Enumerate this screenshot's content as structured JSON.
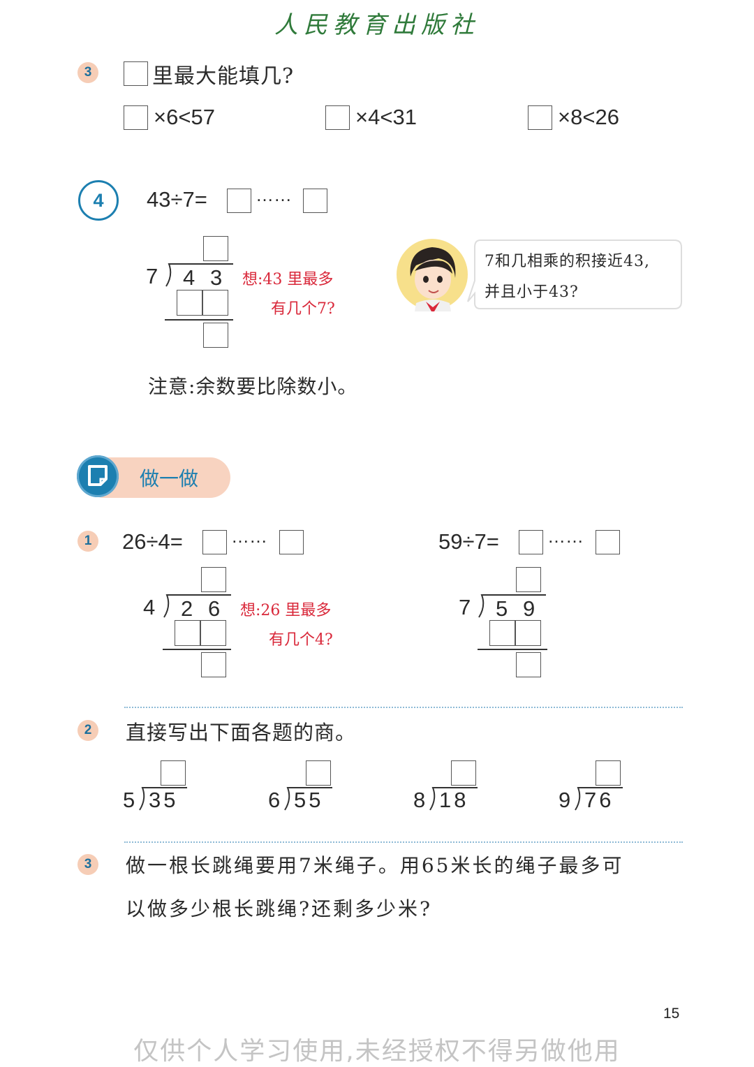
{
  "header": {
    "publisher": "人民教育出版社"
  },
  "q3": {
    "number": "3",
    "prompt": "里最大能填几?",
    "items": [
      "×6<57",
      "×4<31",
      "×8<26"
    ]
  },
  "ex4": {
    "number": "4",
    "equation_left": "43÷7=",
    "dots": "……",
    "divisor": "7",
    "dividend_digits": [
      "4",
      "3"
    ],
    "hint_line1": "想:43 里最多",
    "hint_line2": "有几个7?",
    "bubble_line1": "7和几相乘的积接近43,",
    "bubble_line2": "并且小于43?",
    "note": "注意:余数要比除数小。"
  },
  "section": {
    "title": "做一做"
  },
  "p1": {
    "number": "1",
    "left": {
      "equation": "26÷4=",
      "dots": "……",
      "divisor": "4",
      "dividend_digits": [
        "2",
        "6"
      ],
      "hint_line1": "想:26 里最多",
      "hint_line2": "有几个4?"
    },
    "right": {
      "equation": "59÷7=",
      "dots": "……",
      "divisor": "7",
      "dividend_digits": [
        "5",
        "9"
      ]
    }
  },
  "p2": {
    "number": "2",
    "prompt": "直接写出下面各题的商。",
    "items": [
      {
        "divisor": "5",
        "dividend": "35"
      },
      {
        "divisor": "6",
        "dividend": "55"
      },
      {
        "divisor": "8",
        "dividend": "18"
      },
      {
        "divisor": "9",
        "dividend": "76"
      }
    ]
  },
  "p3": {
    "number": "3",
    "line1": "做一根长跳绳要用7米绳子。用65米长的绳子最多可",
    "line2": "以做多少根长跳绳?还剩多少米?"
  },
  "footer": {
    "page_number": "15",
    "watermark": "仅供个人学习使用,未经授权不得另做他用"
  },
  "colors": {
    "accent_blue": "#1c7fb0",
    "hint_red": "#d9283a",
    "badge_peach": "#f6cdb6",
    "header_green": "#2f7a3a"
  }
}
